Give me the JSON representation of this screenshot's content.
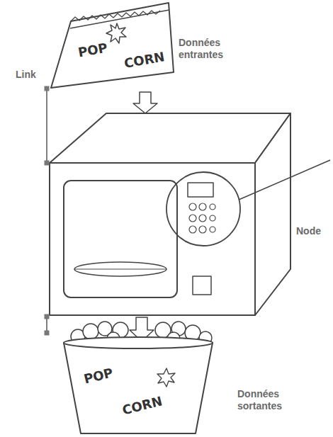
{
  "diagram": {
    "nodes": [
      {
        "text": [
          "Données entrantes"
        ]
      },
      {
        "text": [
          "Node"
        ]
      },
      {
        "text": [
          "Données sortantes"
        ]
      }
    ],
    "edges": [
      {
        "from": 0,
        "to": 1,
        "arrow": "none",
        "label": "Link"
      },
      {
        "from": 1,
        "to": 2,
        "arrow": "none"
      }
    ],
    "labels": [
      "POP",
      "CORN",
      "POP",
      "CORN"
    ]
  }
}
